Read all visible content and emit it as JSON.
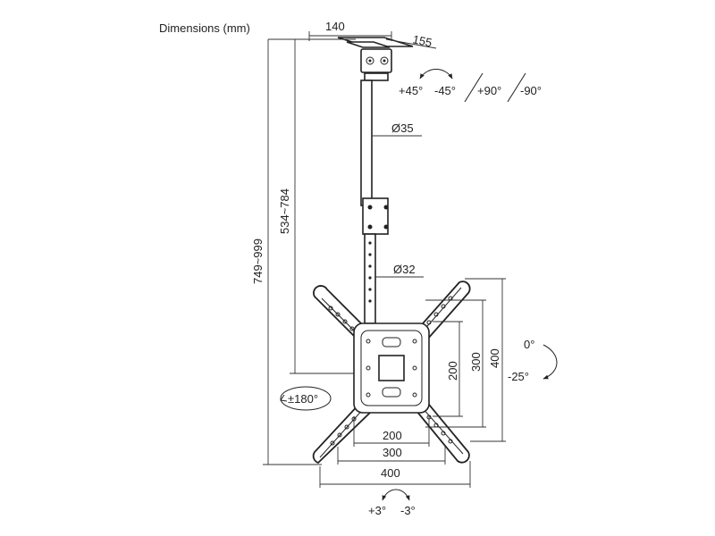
{
  "title": "Dimensions (mm)",
  "bracket": {
    "width": "140",
    "depth": "155"
  },
  "swivel": {
    "plus": "+45°",
    "minus": "-45°"
  },
  "rotation": {
    "plus": "+90°",
    "minus": "-90°"
  },
  "pole": {
    "upper_diameter": "Ø35",
    "lower_diameter": "Ø32"
  },
  "heights": {
    "total": "749~999",
    "pole": "534~784"
  },
  "vesa_vertical": {
    "small": "200",
    "medium": "300",
    "large": "400"
  },
  "vesa_horizontal": {
    "small": "200",
    "medium": "300",
    "large": "400"
  },
  "tilt": {
    "up": "0°",
    "down": "-25°"
  },
  "level_rotation": "±180°",
  "fine_tilt": {
    "plus": "+3°",
    "minus": "-3°"
  }
}
